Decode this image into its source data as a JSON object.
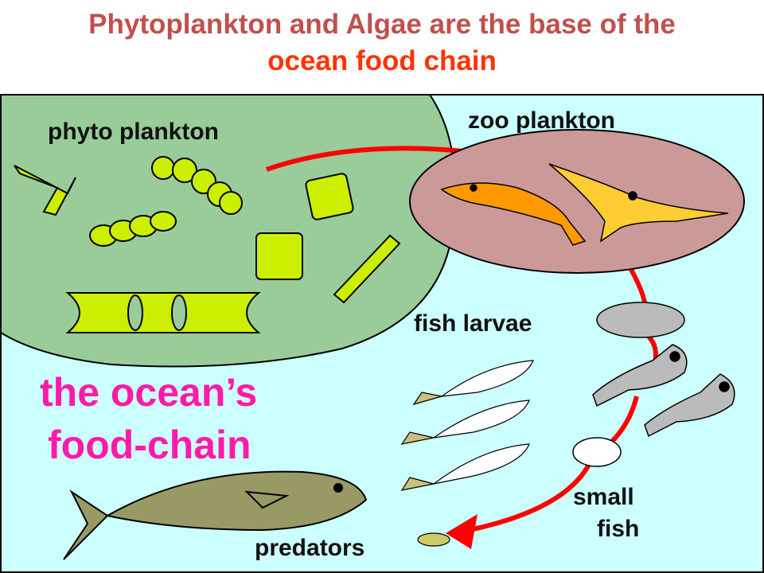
{
  "title": {
    "line1": "Phytoplankton and Algae are the base of the",
    "line2": "ocean food chain"
  },
  "labels": {
    "phyto": "phyto plankton",
    "zoo": "zoo plankton",
    "larvae": "fish larvae",
    "small_fish_1": "small",
    "small_fish_2": "fish",
    "predators": "predators",
    "big_1": "the ocean’s",
    "big_2": "food-chain"
  },
  "colors": {
    "ocean": "#ccffff",
    "phyto_region": "#99cc99",
    "zoo_region": "#cc9999",
    "phyto_cells": "#ccee00",
    "arrow": "#ff0000",
    "big_text": "#ff1aa8"
  }
}
